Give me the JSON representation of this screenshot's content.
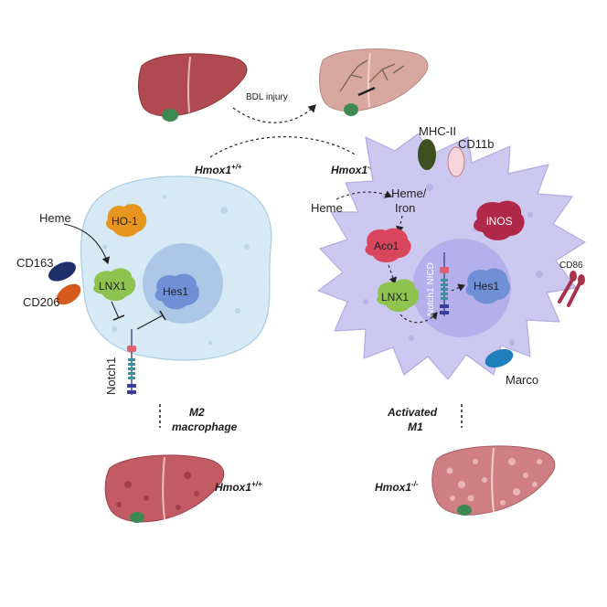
{
  "labels": {
    "bdl_injury": "BDL injury",
    "hmox_wt": "Hmox1",
    "hmox_wt_sup": "+/+",
    "hmox_ko": "Hmox1",
    "hmox_ko_sup": "-/-",
    "heme_left": "Heme",
    "heme_right": "Heme",
    "heme_iron_1": "Heme/",
    "heme_iron_2": "Iron",
    "ho1": "HO-1",
    "lnx1_left": "LNX1",
    "lnx1_right": "LNX1",
    "hes1_left": "Hes1",
    "hes1_right": "Hes1",
    "aco1": "Aco1",
    "inos": "iNOS",
    "cd163": "CD163",
    "cd206": "CD206",
    "cd86": "CD86",
    "mhc2": "MHC-II",
    "cd11b": "CD11b",
    "marco": "Marco",
    "notch1": "Notch1",
    "notch1_nicd": "Notch1 NICD",
    "m2_line1": "M2",
    "m2_line2": "macrophage",
    "m1_line1": "Activated",
    "m1_line2": "M1",
    "bottom_wt": "Hmox1",
    "bottom_wt_sup": "+/+",
    "bottom_ko": "Hmox1",
    "bottom_ko_sup": "-/-"
  },
  "colors": {
    "m2_cell": "#d6e9f4",
    "m1_cell": "#cdc8ef",
    "nucleus_m2": "#a9c4e6",
    "nucleus_m1": "#b2acea",
    "liver": "#b04a50",
    "liver_injured": "#d7a7a0",
    "ho1": "#e6961f",
    "lnx1": "#8fc34f",
    "hes1": "#6f8fd6",
    "aco1": "#d8465e",
    "inos": "#b02849",
    "cd163": "#1f2f6a",
    "cd206": "#d45a1e",
    "mhc2": "#3d4f1f",
    "cd11b": "#f6d6dc",
    "marco": "#1f7fba",
    "cd86": "#a8324a"
  }
}
